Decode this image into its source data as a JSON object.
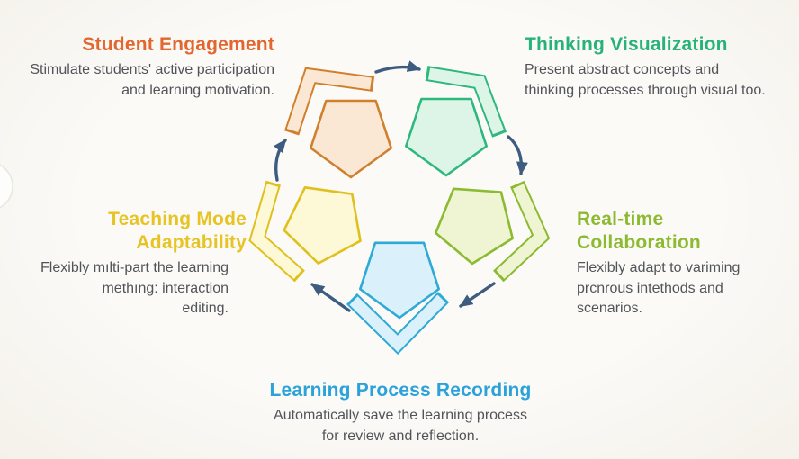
{
  "canvas": {
    "background_center": "#fbfaf7",
    "background_edge": "#f4f1ea"
  },
  "diagram": {
    "arrow_color": "#3d5c80",
    "desc_color": "#515459",
    "sections": [
      {
        "id": "student-engagement",
        "title": "Student Engagement",
        "title_color": "#e2662d",
        "stroke": "#d0802c",
        "fill": "#fbe8d4",
        "desc": [
          "Stimulate students' active participation",
          "and learning motivation."
        ]
      },
      {
        "id": "thinking-visualization",
        "title": "Thinking Visualization",
        "title_color": "#27b378",
        "stroke": "#2eb87d",
        "fill": "#dcf5e6",
        "desc": [
          "Present abstract concepts and",
          "thinking processes through visual too."
        ]
      },
      {
        "id": "real-time-collaboration",
        "title": "Real-time Collaboration",
        "title_color": "#8cba31",
        "stroke": "#8cba31",
        "fill": "#eff5d3",
        "desc": [
          "Flexibly adapt to variming",
          "prcnrous intethods and",
          "scenarios."
        ]
      },
      {
        "id": "learning-process-recording",
        "title": "Learning Process Recording",
        "title_color": "#2ba3da",
        "stroke": "#2fa9d6",
        "fill": "#daf0fb",
        "desc": [
          "Automatically save the learning process",
          "for review and reflection."
        ]
      },
      {
        "id": "teaching-mode-adaptability",
        "title": "Teaching Mode Adaptability",
        "title_color": "#e7c324",
        "stroke": "#dfc01d",
        "fill": "#fdf8d6",
        "desc": [
          "Flexibly mılti-part the learning",
          "methıng: interaction",
          "editing."
        ]
      }
    ]
  }
}
